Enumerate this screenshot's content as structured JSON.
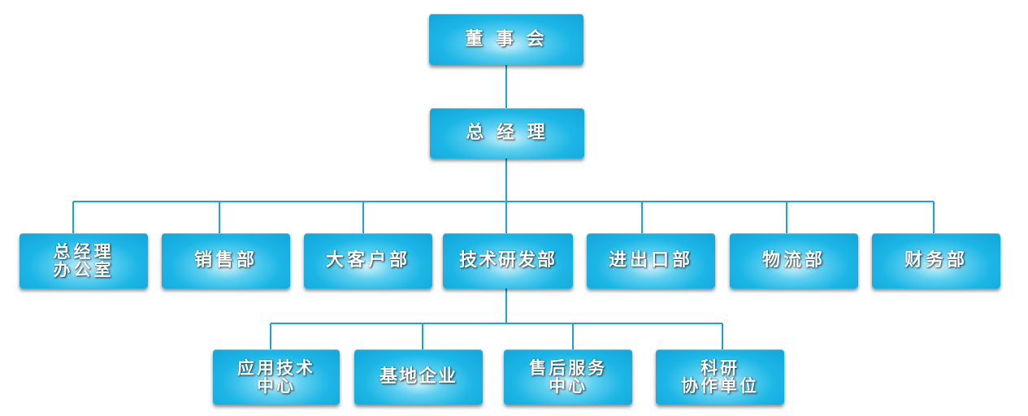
{
  "chart": {
    "root": "董 事 会",
    "manager": "总 经 理",
    "departments": [
      "总经理\n办公室",
      "销售部",
      "大客户部",
      "技术研发部",
      "进出口部",
      "物流部",
      "财务部"
    ],
    "rnd_units": [
      "应用技术\n中心",
      "基地企业",
      "售后服务\n中心",
      "科研\n协作单位"
    ]
  },
  "colors": {
    "box": "#1cb6e6",
    "line": "#1aa3d3",
    "text": "#ffffff"
  }
}
